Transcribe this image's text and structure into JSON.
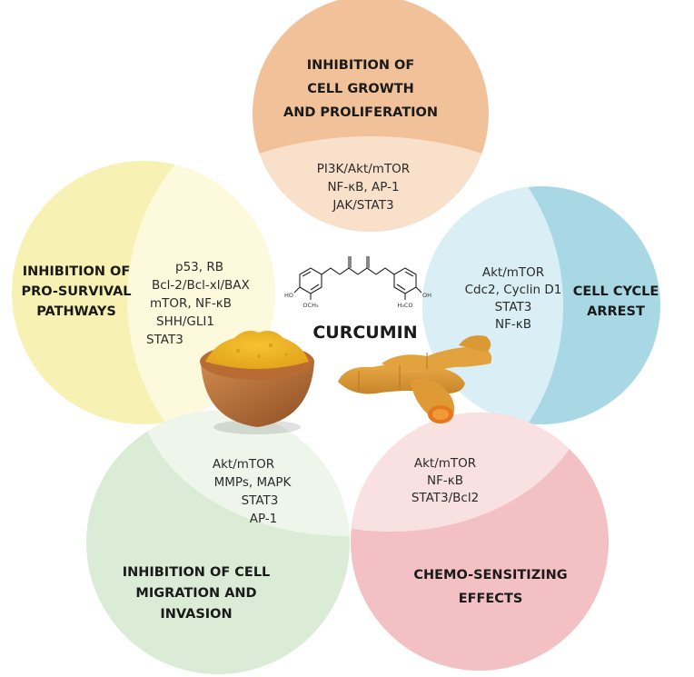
{
  "center": {
    "title": "CURCUMIN",
    "structure_labels": {
      "left_oh": "HO",
      "left_ome": "OCH₃",
      "right_oh": "OH",
      "right_ome": "H₃CO"
    }
  },
  "circles": {
    "growth": {
      "title": [
        "INHIBITION OF",
        "CELL GROWTH",
        "AND PROLIFERATION"
      ],
      "pathways": [
        "PI3K/Akt/mTOR",
        "NF-κB, AP-1",
        "JAK/STAT3"
      ],
      "color": "#f1c199",
      "inner_color": "#f9e0cb"
    },
    "survival": {
      "title": [
        "INHIBITION OF",
        "PRO-SURVIVAL",
        "PATHWAYS"
      ],
      "pathways": [
        "p53, RB",
        "Bcl-2/Bcl-xl/BAX",
        "mTOR, NF-κB",
        "SHH/GLI1",
        "STAT3"
      ],
      "color": "#f7f1b3",
      "inner_color": "#fcf9dd"
    },
    "cycle": {
      "title": [
        "CELL CYCLE",
        "ARREST"
      ],
      "pathways": [
        "Akt/mTOR",
        "Cdc2, Cyclin D1",
        "STAT3",
        "NF-κB"
      ],
      "color": "#a9d8e5",
      "inner_color": "#d9eff5"
    },
    "migration": {
      "title": [
        "INHIBITION OF CELL",
        "MIGRATION AND",
        "INVASION"
      ],
      "pathways": [
        "Akt/mTOR",
        "MMPs, MAPK",
        "STAT3",
        "AP-1"
      ],
      "color": "#dbecd6",
      "inner_color": "#eef6ec"
    },
    "chemo": {
      "title": [
        "CHEMO-SENSITIZING",
        "EFFECTS"
      ],
      "pathways": [
        "Akt/mTOR",
        "NF-κB",
        "STAT3/Bcl2"
      ],
      "color": "#f3c1c4",
      "inner_color": "#f9e0e1"
    }
  }
}
